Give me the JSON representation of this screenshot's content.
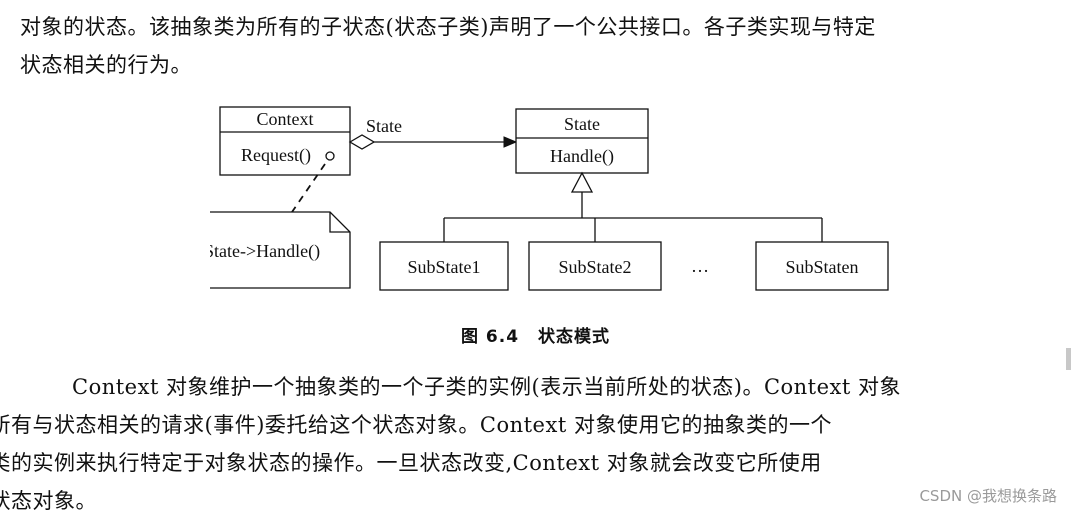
{
  "top_paragraph": {
    "line1": "对象的状态。该抽象类为所有的子状态(状态子类)声明了一个公共接口。各子类实现与特定",
    "line2": "状态相关的行为。"
  },
  "diagram": {
    "context_class": {
      "name": "Context",
      "method": "Request()"
    },
    "association_label": "State",
    "state_class": {
      "name": "State",
      "method": "Handle()"
    },
    "note_text": "State->Handle()",
    "subclasses": [
      "SubState1",
      "SubState2",
      "SubStaten"
    ],
    "ellipsis": "…"
  },
  "caption": {
    "number": "图 6.4",
    "title": "状态模式"
  },
  "bottom_paragraph": {
    "line1": "Context 对象维护一个抽象类的一个子类的实例(表示当前所处的状态)。Context 对象",
    "line2": "将所有与状态相关的请求(事件)委托给这个状态对象。Context 对象使用它的抽象类的一个",
    "line3": "子类的实例来执行特定于对象状态的操作。一旦状态改变,Context 对象就会改变它所使用",
    "line4": "的状态对象。"
  },
  "watermark": "CSDN @我想换条路"
}
